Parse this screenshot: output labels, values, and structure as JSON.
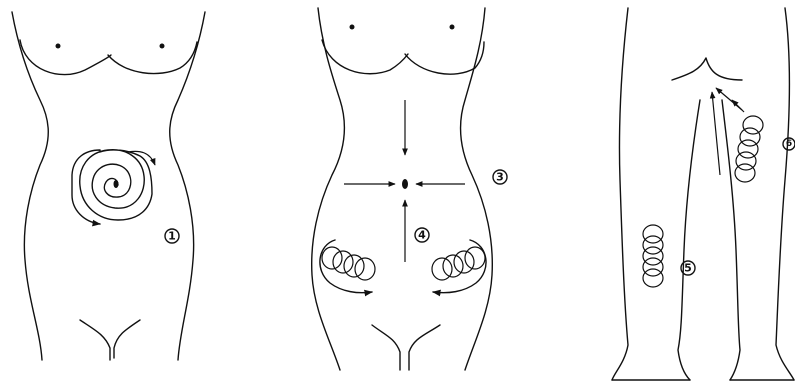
{
  "figure": {
    "panels": [
      {
        "name": "torso-front-left",
        "markers": [
          "1"
        ]
      },
      {
        "name": "torso-front-center",
        "markers": [
          "3",
          "4"
        ]
      },
      {
        "name": "legs-back",
        "markers": [
          "5",
          "6"
        ]
      }
    ]
  },
  "markers": {
    "m1": "1",
    "m3": "3",
    "m4": "4",
    "m5": "5",
    "m6": "6"
  },
  "colors": {
    "line": "#111111",
    "background": "#ffffff"
  }
}
